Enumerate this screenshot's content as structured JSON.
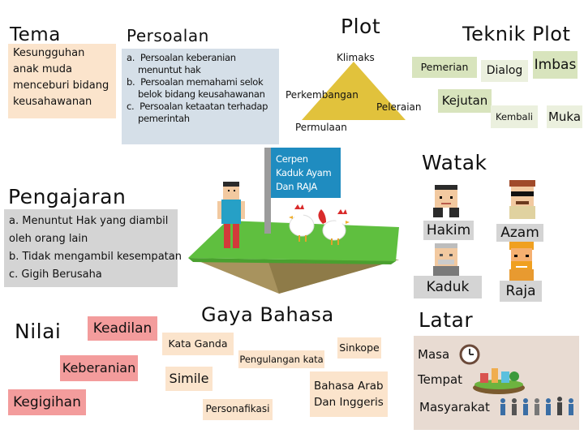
{
  "tema": {
    "title": "Tema",
    "lines": [
      "Kesungguhan",
      "anak muda",
      "menceburi bidang",
      "keusahawanan"
    ],
    "bg": "#fbe4cc"
  },
  "persoalan": {
    "title": "Persoalan",
    "items": [
      {
        "marker": "a.",
        "line1": "Persoalan keberanian",
        "line2": "menuntut hak"
      },
      {
        "marker": "b.",
        "line1": "Persoalan memahami selok",
        "line2": "belok bidang keusahawanan"
      },
      {
        "marker": "c.",
        "line1": "Persoalan ketaatan terhadap",
        "line2": "pemerintah"
      }
    ],
    "bg": "#d5dfe8"
  },
  "plot": {
    "title": "Plot",
    "klimaks": "Klimaks",
    "perkembangan": "Perkembangan",
    "peleraian": "Peleraian",
    "permulaan": "Permulaan",
    "triangle_color": "#e1c23c"
  },
  "teknik_plot": {
    "title": "Teknik Plot",
    "tags": [
      "Pemerian",
      "Dialog",
      "Imbas",
      "Kejutan",
      "Kembali",
      "Muka"
    ],
    "bg_green": "#d8e4bd",
    "bg_light": "#ebf0de"
  },
  "flag": {
    "lines": [
      "Cerpen",
      "Kaduk Ayam",
      "Dan RAJA"
    ],
    "bg": "#1f8cc0"
  },
  "pengajaran": {
    "title": "Pengajaran",
    "lines": [
      "a. Menuntut Hak yang diambil",
      "oleh orang lain",
      "b. Tidak mengambil kesempatan",
      "c. Gigih Berusaha"
    ],
    "bg": "#d4d4d4"
  },
  "watak": {
    "title": "Watak",
    "names": [
      "Hakim",
      "Azam",
      "Kaduk",
      "Raja"
    ]
  },
  "nilai": {
    "title": "Nilai",
    "tags": [
      "Keadilan",
      "Keberanian",
      "Kegigihan"
    ],
    "bg": "#f39c9c"
  },
  "gaya_bahasa": {
    "title": "Gaya Bahasa",
    "tags": [
      "Kata Ganda",
      "Pengulangan kata",
      "Sinkope",
      "Simile",
      "Bahasa Arab",
      "Dan Inggeris",
      "Personafikasi"
    ],
    "bg": "#fbe4cc"
  },
  "latar": {
    "title": "Latar",
    "items": [
      "Masa",
      "Tempat",
      "Masyarakat"
    ],
    "bg": "#e8dbd2"
  }
}
